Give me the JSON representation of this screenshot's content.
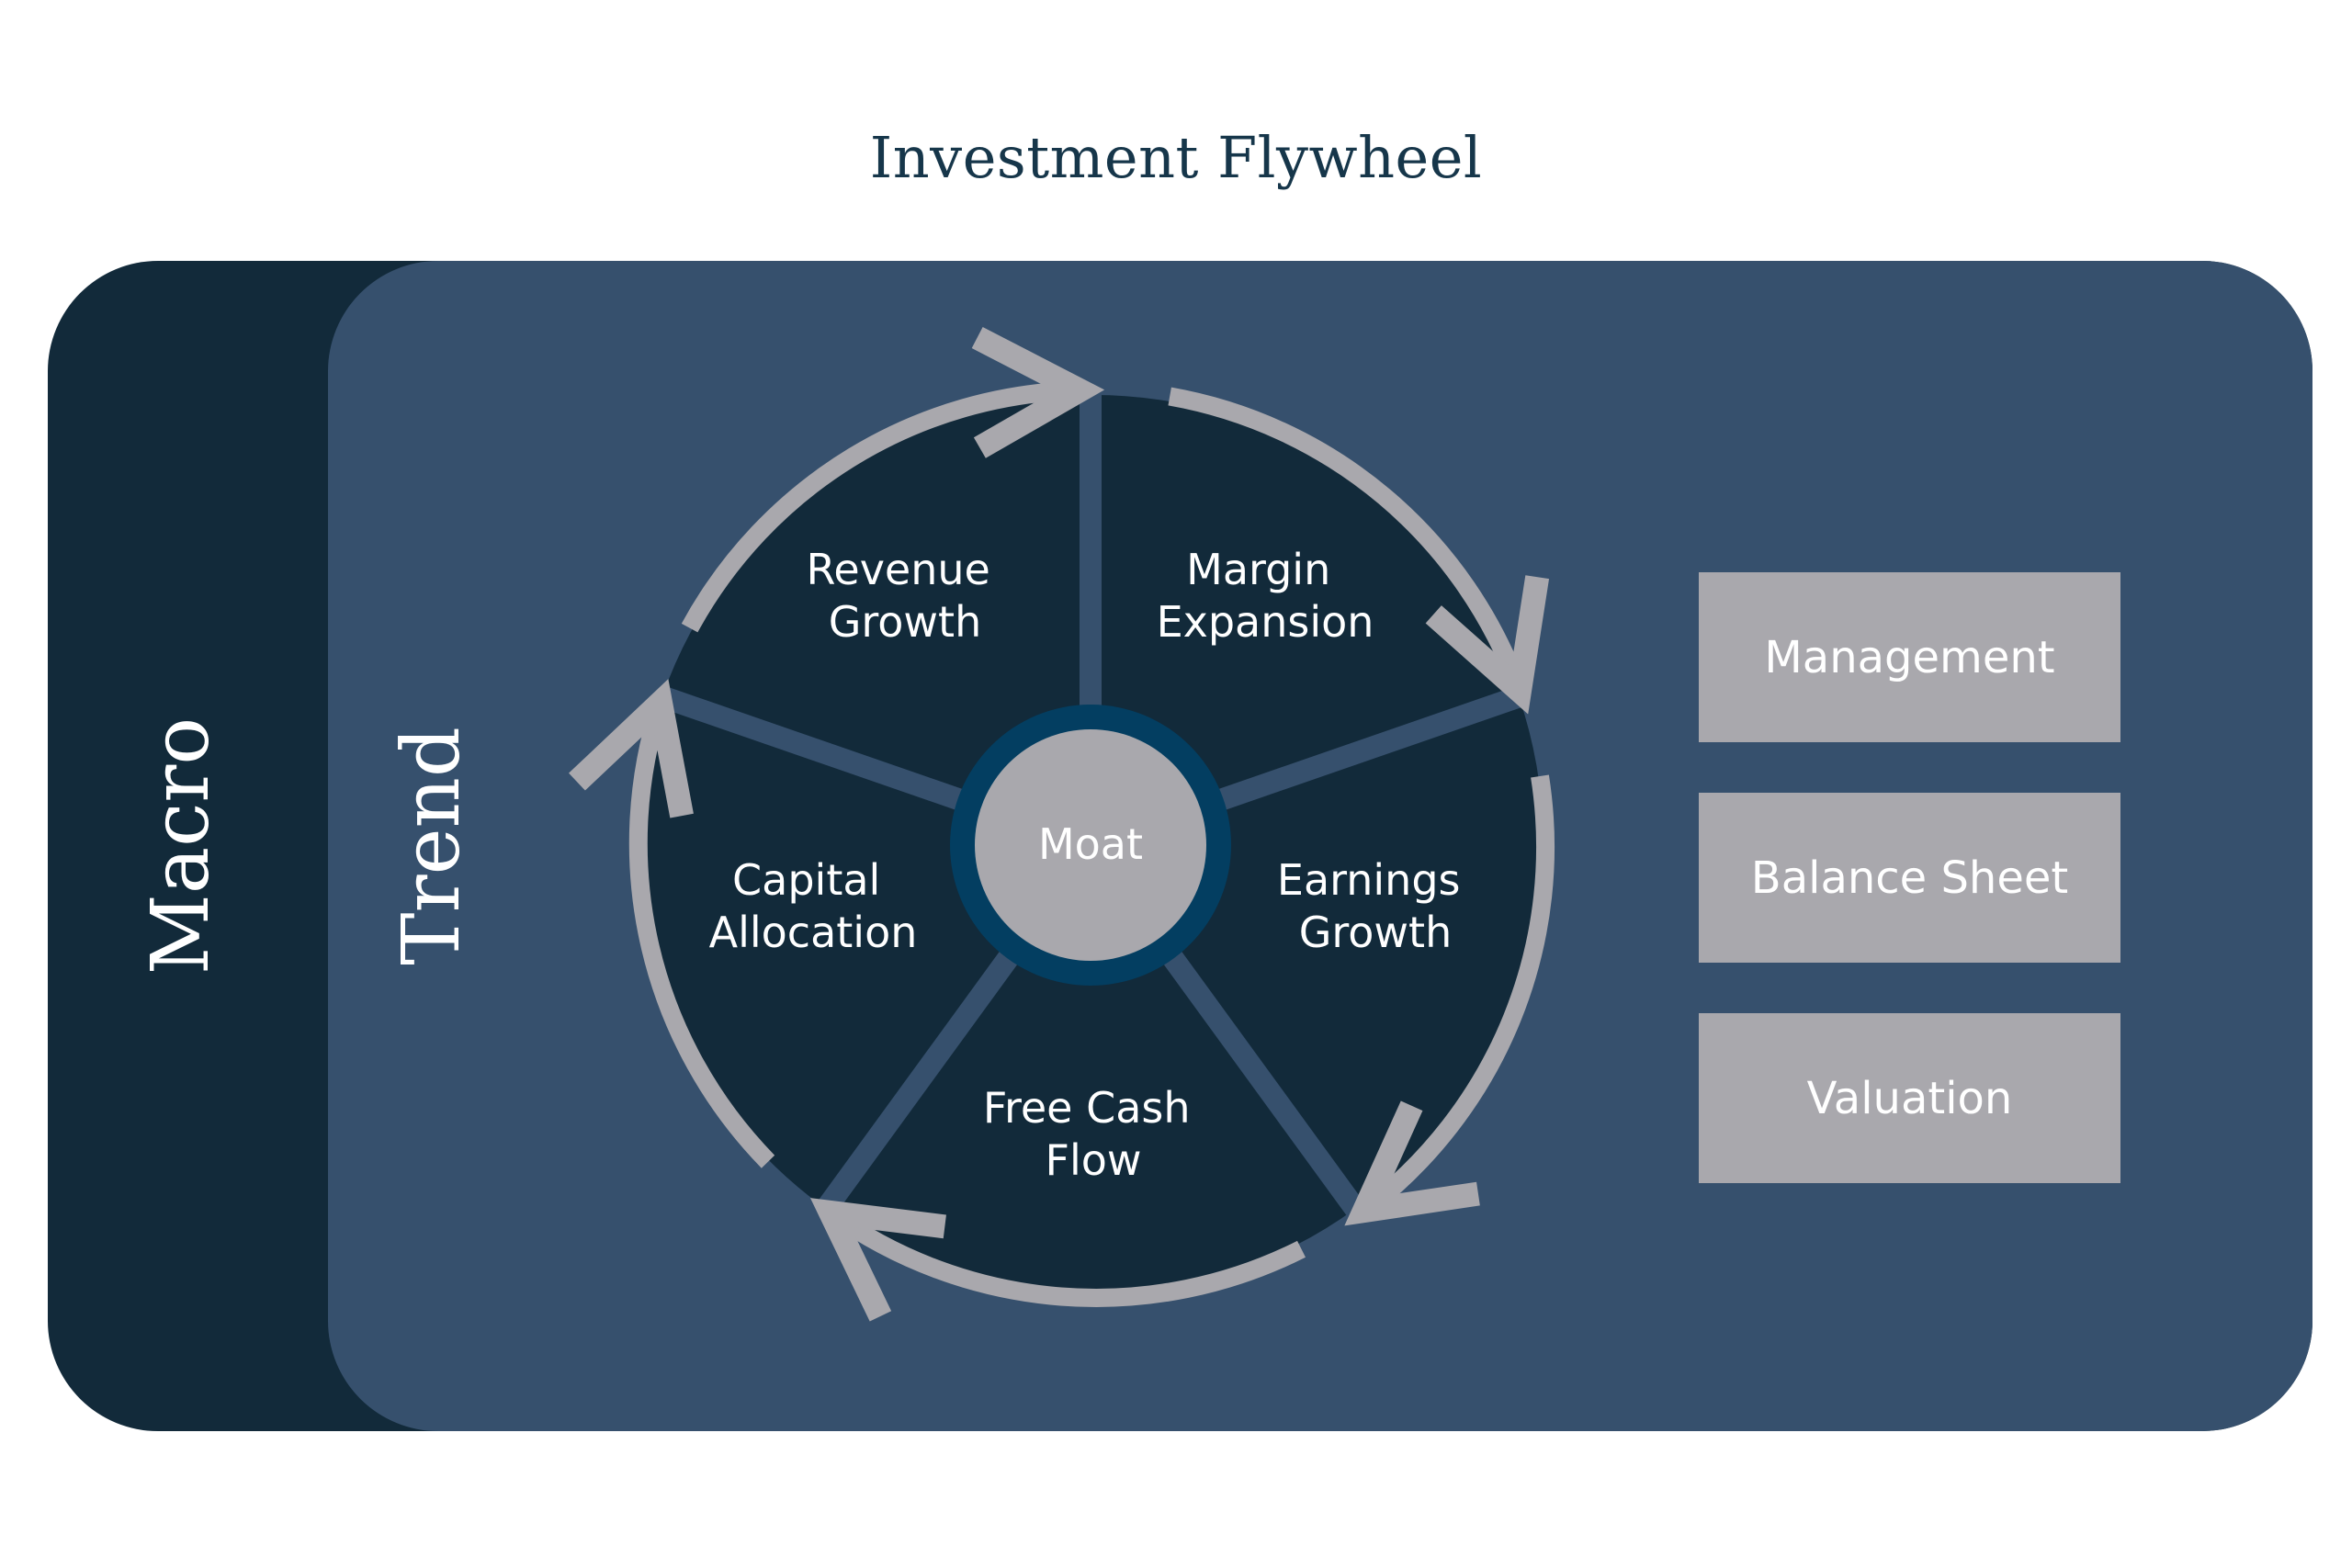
{
  "title": "Investment Flywheel",
  "outer_label": "Macro",
  "inner_label": "Trend",
  "hub": {
    "label": "Moat"
  },
  "segments": [
    {
      "id": "revenue-growth",
      "lines": [
        "Revenue",
        "Growth"
      ]
    },
    {
      "id": "margin-expansion",
      "lines": [
        "Margin",
        "Expansion"
      ]
    },
    {
      "id": "earnings-growth",
      "lines": [
        "Earnings",
        "Growth"
      ]
    },
    {
      "id": "free-cash-flow",
      "lines": [
        "Free Cash",
        "Flow"
      ]
    },
    {
      "id": "capital-allocation",
      "lines": [
        "Capital",
        "Allocation"
      ]
    }
  ],
  "factors": [
    {
      "label": "Management"
    },
    {
      "label": "Balance Sheet"
    },
    {
      "label": "Valuation"
    }
  ],
  "colors": {
    "macro": "#122a3a",
    "trend": "#36506d",
    "segment": "#122a3a",
    "hub_ring": "#033e61",
    "hub_fill": "#a9a8ad",
    "arrow": "#a9a8ad",
    "factor_box": "#a9a8ad",
    "title": "#16364a"
  }
}
